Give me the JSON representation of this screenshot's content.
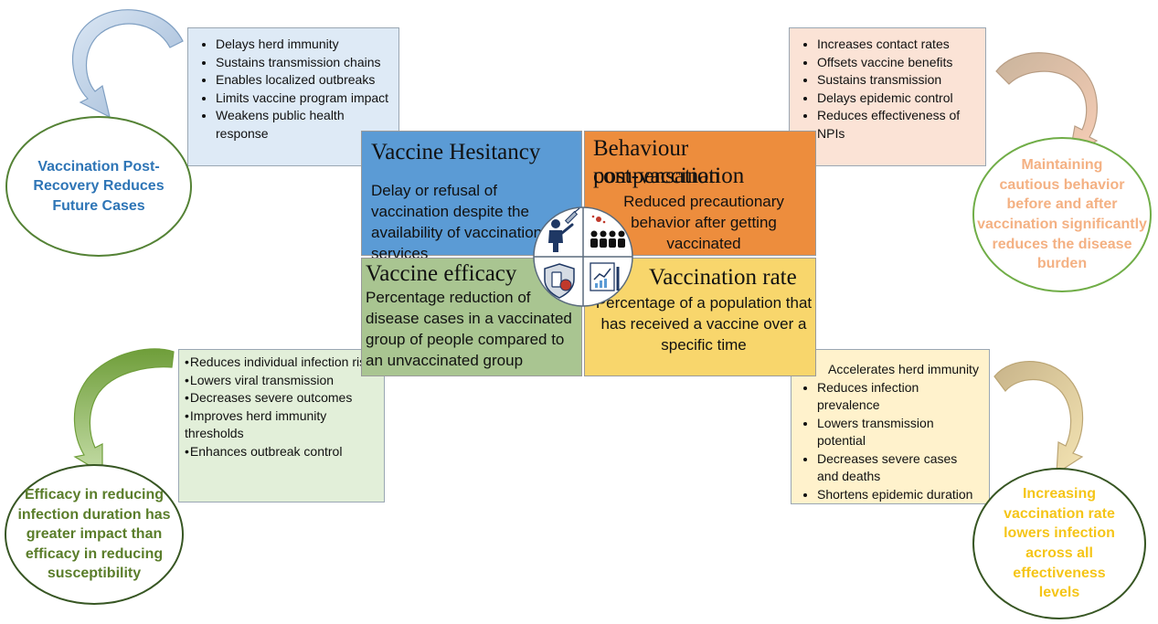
{
  "quadrants": {
    "hesitancy": {
      "title": "Vaccine Hesitancy",
      "description": "Delay or refusal of vaccination despite the availability of vaccination services",
      "color": "#5b9bd5"
    },
    "behaviour": {
      "title_line1": "Behaviour compensation",
      "title_line2": "post-vaccination",
      "description": "Reduced precautionary behavior after getting vaccinated",
      "color": "#ed8d3d"
    },
    "efficacy": {
      "title": "Vaccine efficacy",
      "description": "Percentage reduction of disease cases in a vaccinated group of people compared to an unvaccinated group",
      "color": "#a9c591"
    },
    "rate": {
      "title": "Vaccination rate",
      "description": "Percentage of a population that has received a vaccine over a specific time",
      "color": "#f8d66c"
    }
  },
  "bullets": {
    "hesitancy": [
      "Delays herd immunity",
      "Sustains transmission chains",
      "Enables localized outbreaks",
      "Limits vaccine program impact",
      "Weakens public health response"
    ],
    "behaviour": [
      "Increases contact rates",
      "Offsets vaccine benefits",
      "Sustains transmission",
      "Delays epidemic control",
      "Reduces effectiveness of NPIs"
    ],
    "efficacy": [
      "Reduces individual infection risk",
      "Lowers viral transmission",
      "Decreases severe outcomes",
      "Improves herd immunity thresholds",
      "Enhances outbreak control"
    ],
    "rate": [
      "Accelerates herd immunity",
      "Reduces infection prevalence",
      "Lowers transmission potential",
      "Decreases severe cases and deaths",
      "Shortens epidemic duration"
    ]
  },
  "ovals": {
    "hesitancy": {
      "lines": [
        "Vaccination Post-",
        "Recovery Reduces",
        "Future Cases"
      ],
      "color": "#2e75b6"
    },
    "behaviour": {
      "lines": [
        "Maintaining",
        "cautious behavior",
        "before and after",
        "vaccination significantly",
        "reduces the disease",
        "burden"
      ],
      "color": "#f4b183"
    },
    "efficacy": {
      "lines": [
        "Efficacy in reducing",
        "infection duration has",
        "greater impact than",
        "efficacy in reducing",
        "susceptibility"
      ],
      "color": "#5a7d2a"
    },
    "rate": {
      "lines": [
        "Increasing",
        "vaccination rate",
        "lowers infection",
        "across all",
        "effectiveness",
        "levels"
      ],
      "color": "#f5c518"
    }
  },
  "icons": {
    "hesitancy": "person-refusing-syringe-icon",
    "behaviour": "crowd-virus-icon",
    "efficacy": "shield-vaccine-icon",
    "rate": "growth-chart-syringe-icon"
  },
  "box_colors": {
    "hesitancy": "#deeaf6",
    "behaviour": "#fbe3d6",
    "efficacy": "#e2efd9",
    "rate": "#fff2cc"
  }
}
